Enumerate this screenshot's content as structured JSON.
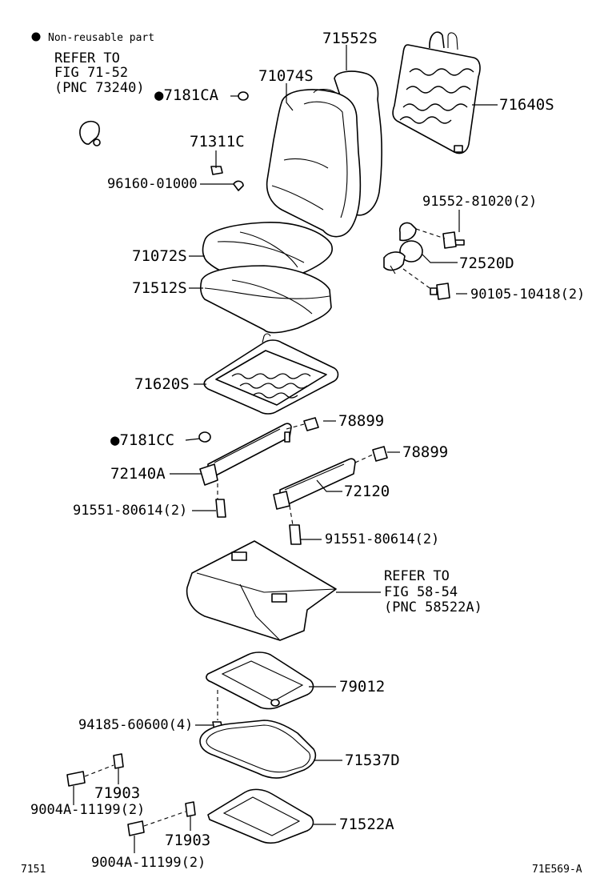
{
  "legend": {
    "bullet": "●",
    "text": "Non-reusable part"
  },
  "references": [
    {
      "lines": [
        "REFER TO",
        "FIG 71-52",
        "(PNC 73240)"
      ]
    },
    {
      "lines": [
        "REFER TO",
        "FIG 58-54",
        "(PNC 58522A)"
      ]
    }
  ],
  "labels": [
    "71552S",
    "71074S",
    "●7181CA",
    "71640S",
    "71311C",
    "96160-01000",
    "91552-81020(2)",
    "72520D",
    "90105-10418(2)",
    "71072S",
    "71512S",
    "71620S",
    "78899",
    "●7181CC",
    "78899",
    "72140A",
    "72120",
    "91551-80614(2)",
    "91551-80614(2)",
    "79012",
    "94185-60600(4)",
    "71537D",
    "71903",
    "9004A-11199(2)",
    "71903",
    "9004A-11199(2)",
    "71522A"
  ],
  "footer": {
    "left": "7151",
    "right": "71E569-A"
  }
}
